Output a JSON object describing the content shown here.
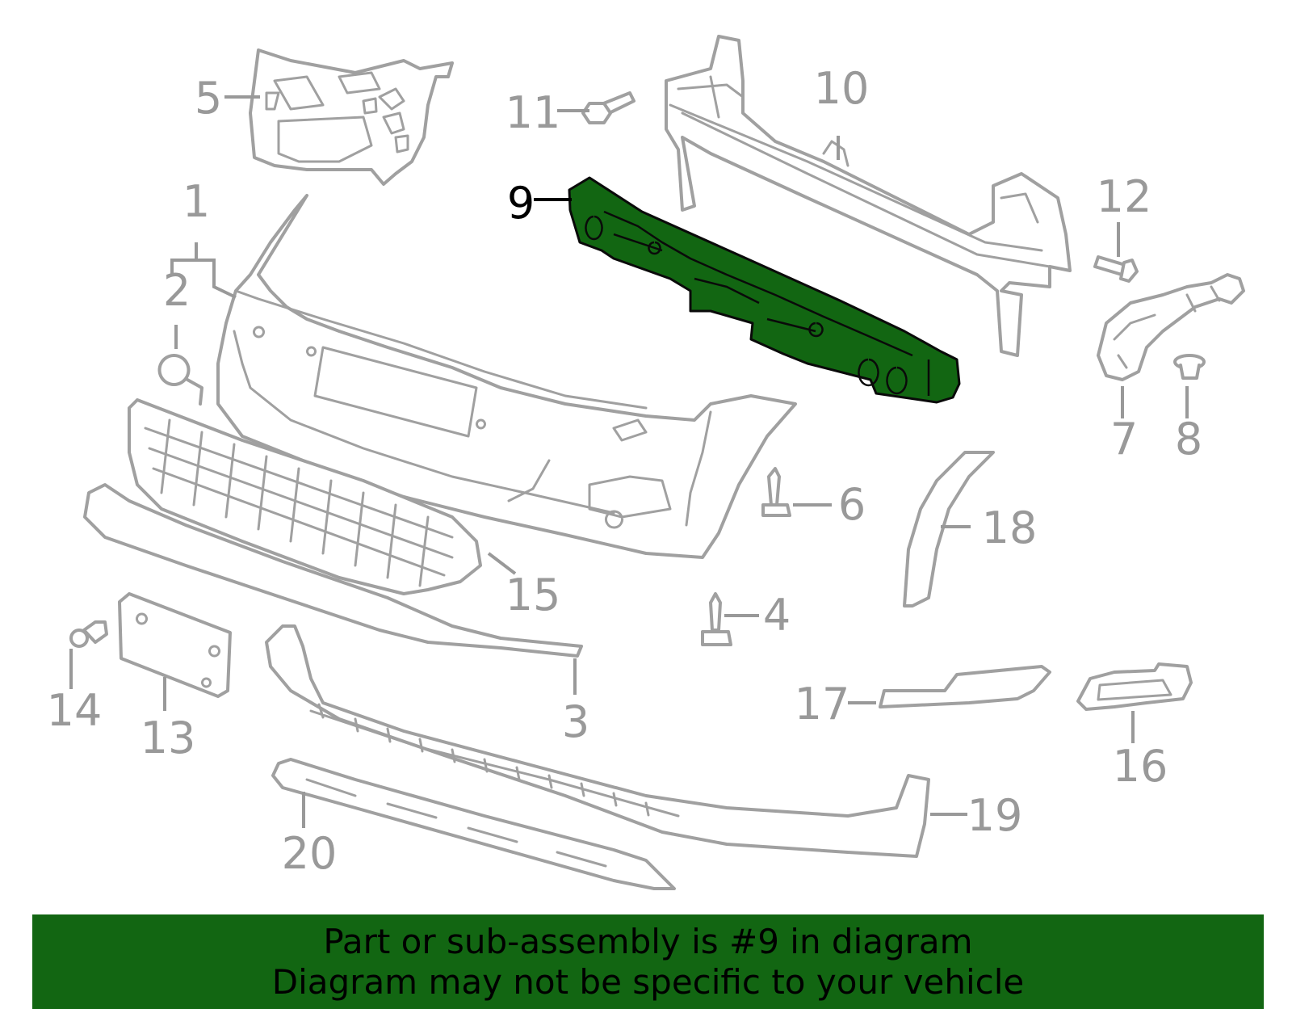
{
  "diagram": {
    "highlight_color": "#126612",
    "part_color": "#a0a0a0",
    "label_color": "#999999",
    "highlighted_part": "9",
    "callouts": {
      "c1": "1",
      "c2": "2",
      "c3": "3",
      "c4": "4",
      "c5": "5",
      "c6": "6",
      "c7": "7",
      "c8": "8",
      "c9": "9",
      "c10": "10",
      "c11": "11",
      "c12": "12",
      "c13": "13",
      "c14": "14",
      "c15": "15",
      "c16": "16",
      "c17": "17",
      "c18": "18",
      "c19": "19",
      "c20": "20"
    }
  },
  "banner": {
    "line1": "Part or sub-assembly is #9 in diagram",
    "line2": "Diagram may not be specific to your vehicle"
  }
}
